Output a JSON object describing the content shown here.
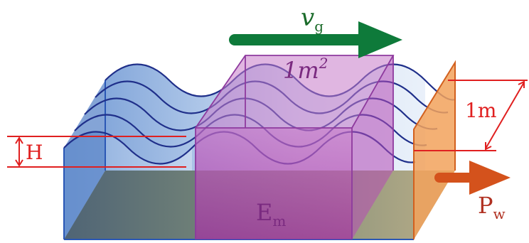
{
  "diagram": {
    "labels": {
      "group_velocity": "v",
      "group_velocity_sub": "g",
      "area": "1m",
      "area_exp": "2",
      "height": "H",
      "width": "1m",
      "energy": "E",
      "energy_sub": "m",
      "power": "P",
      "power_sub": "w"
    },
    "colors": {
      "arrow_green": "#0e7a3a",
      "arrow_orange": "#d4521c",
      "wave_lines": "#1f2f8a",
      "water_blue": "#9fbbe0",
      "box_magenta": "#b23fb0",
      "panel_orange": "#f2a25c",
      "floor": "#6e8274",
      "measure_red": "#e02020",
      "label_green": "#1a6b2a",
      "label_purple": "#7a2a80",
      "label_red": "#b03020"
    }
  }
}
